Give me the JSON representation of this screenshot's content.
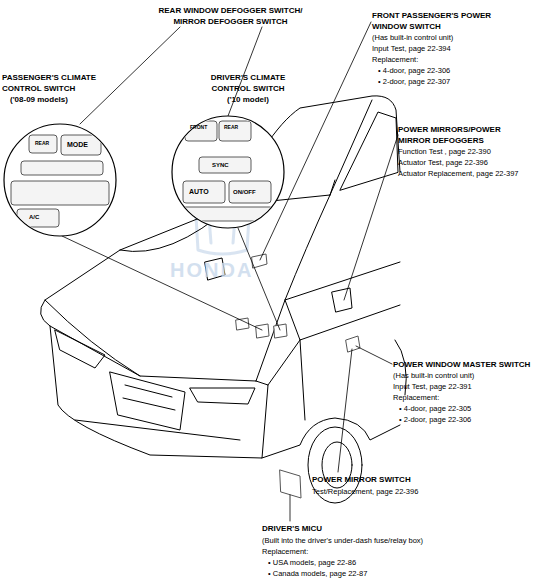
{
  "diagram": {
    "nodes": [
      {
        "text": [
          "REAR",
          "MODE",
          "A/C"
        ]
      },
      {
        "text": [
          "FRONT",
          "REAR",
          "SYNC",
          "AUTO",
          "ON/OFF"
        ]
      }
    ],
    "labels": [
      "REAR WINDOW DEFOGGER SWITCH/ MIRROR DEFOGGER SWITCH",
      "PASSENGER'S CLIMATE CONTROL SWITCH",
      "('08-09 models)",
      "DRIVER'S CLIMATE CONTROL SWITCH",
      "('10 model)",
      "FRONT PASSENGER'S POWER WINDOW SWITCH",
      "(Has built-in control unit)",
      "Input Test, page 22-394",
      "Replacement:",
      "• 4-door, page 22-306",
      "• 2-door, page 22-307",
      "POWER MIRRORS/POWER MIRROR DEFOGGERS",
      "Function Test , page 22-390",
      "Actuator Test, page 22-396",
      "Actuator Replacement, page 22-397",
      "POWER WINDOW MASTER SWITCH",
      "(Has built-in control unit)",
      "Input Test, page 22-391",
      "Replacement:",
      "• 4-door, page 22-305",
      "• 2-door, page 22-306",
      "POWER MIRROR SWITCH",
      "Test/Replacement, page 22-396",
      "DRIVER'S MICU",
      "(Built into the driver's under-dash fuse/relay box)",
      "Replacement:",
      "• USA models, page 22-86",
      "• Canada models, page 22-87",
      "HONDA"
    ]
  }
}
